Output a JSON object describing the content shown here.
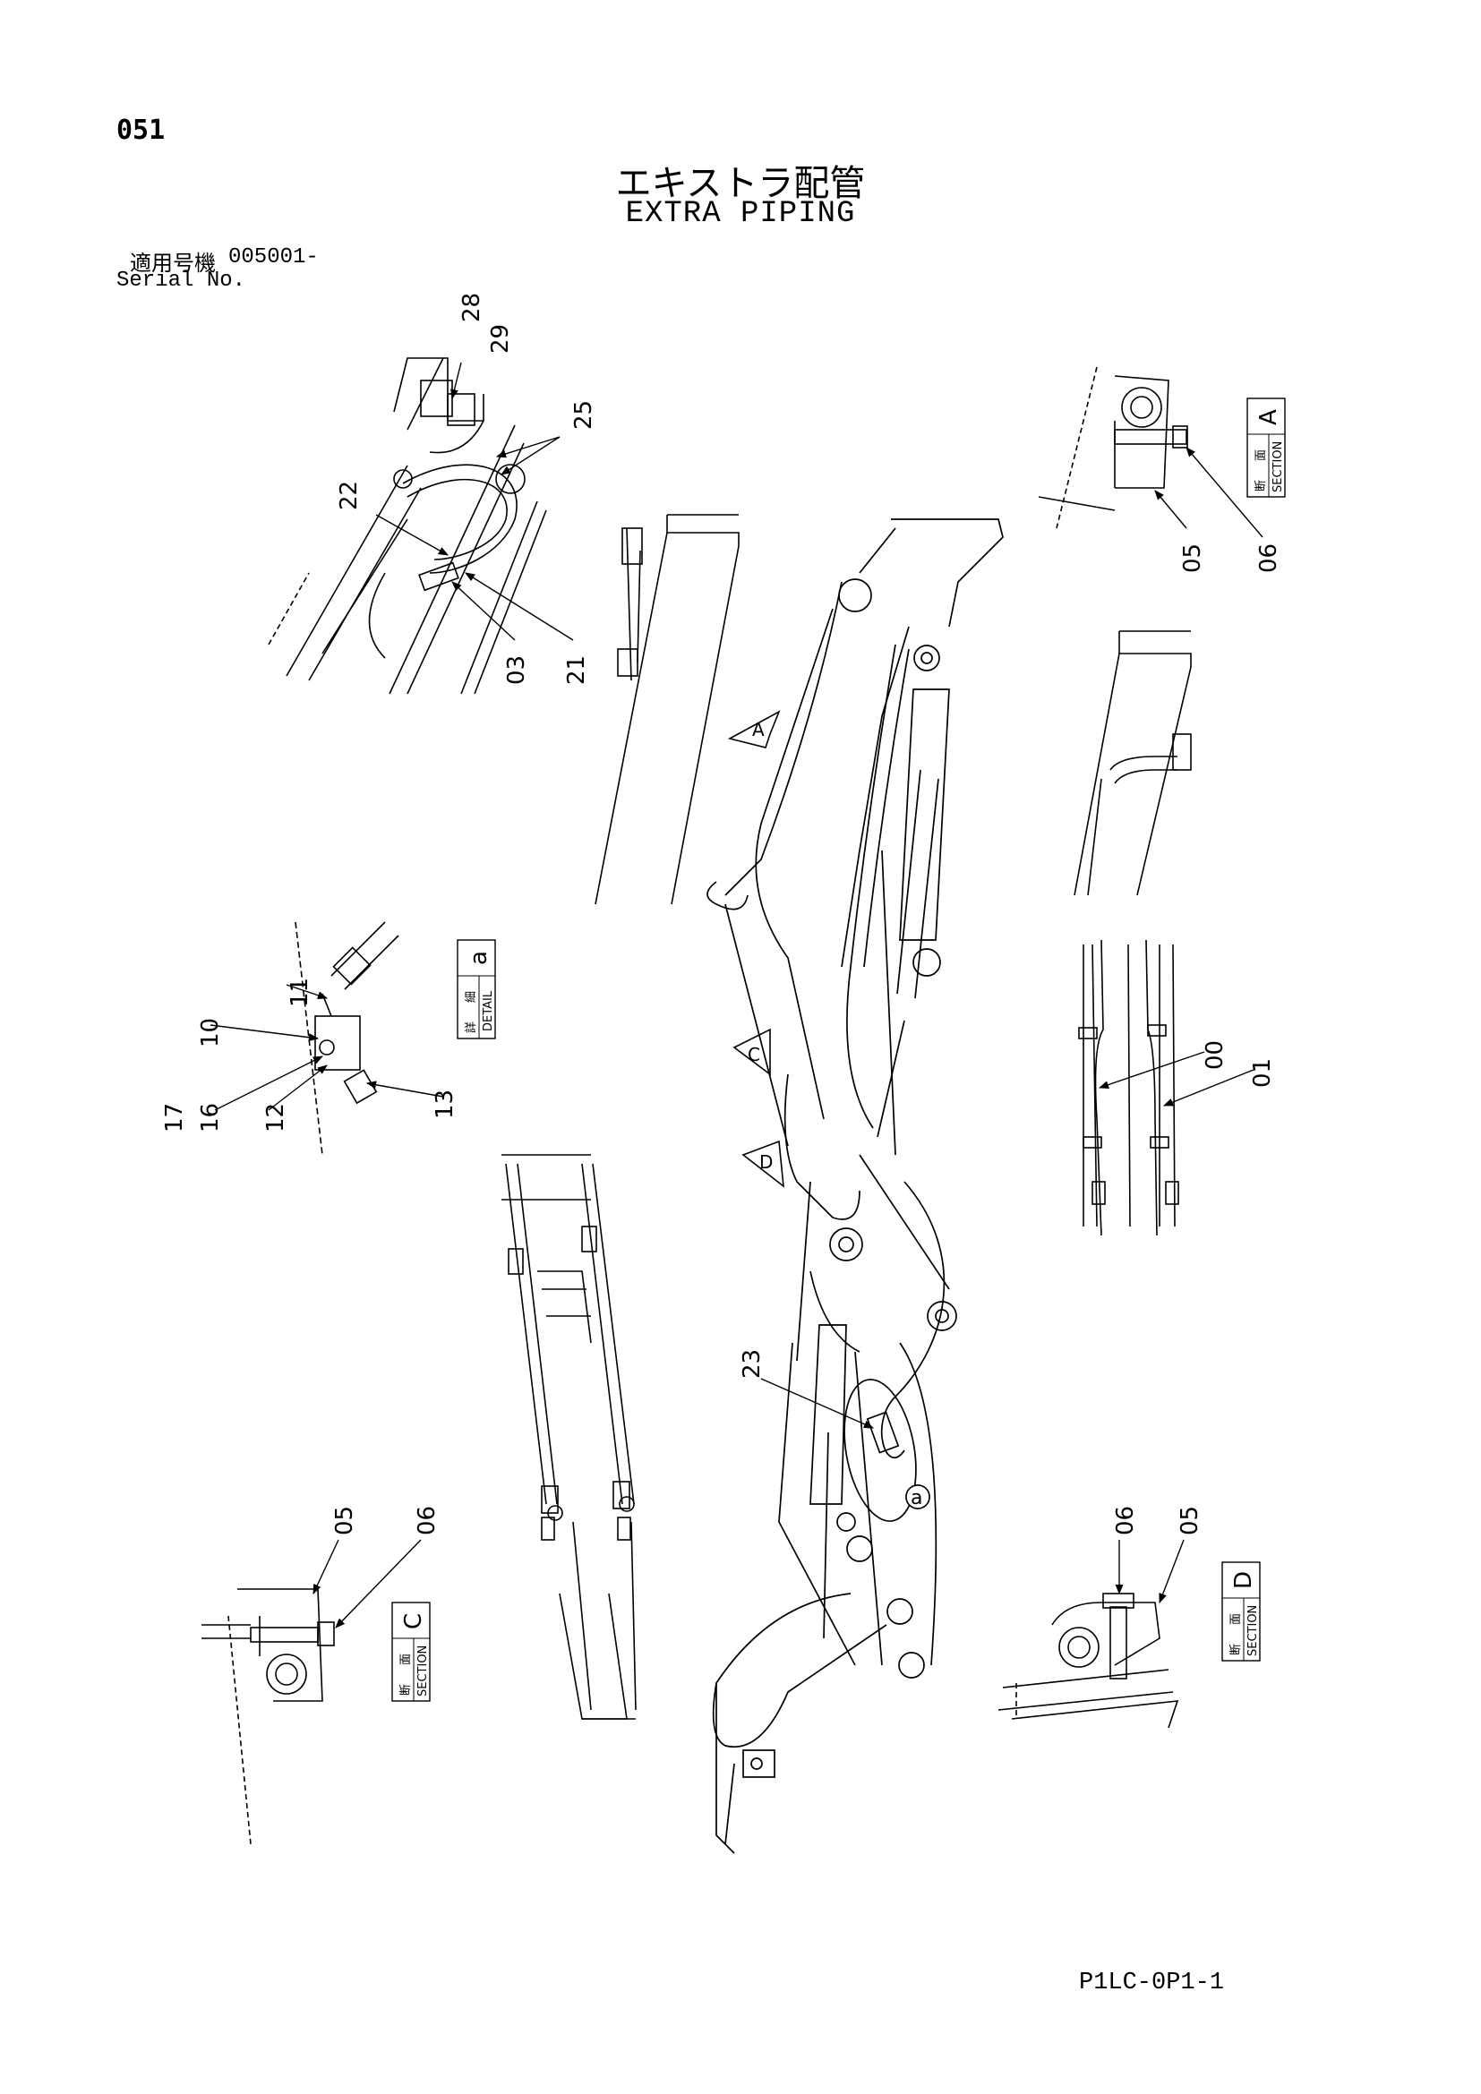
{
  "header": {
    "page_number": "051",
    "title_jp": "エキストラ配管",
    "title_en": "EXTRA PIPING",
    "serial_jp": "適用号機",
    "serial_value": "005001-",
    "serial_en": "Serial No."
  },
  "part_numbers": {
    "p28": "28",
    "p29": "29",
    "p25": "25",
    "p22": "22",
    "p03": "03",
    "p21": "21",
    "p05a": "05",
    "p06a": "06",
    "p11": "11",
    "p10": "10",
    "p17": "17",
    "p16": "16",
    "p12": "12",
    "p13": "13",
    "p00": "00",
    "p01": "01",
    "p23": "23",
    "p05c": "05",
    "p06c": "06",
    "p06d": "06",
    "p05d": "05"
  },
  "views": {
    "section_a": {
      "jp1": "断",
      "jp2": "面",
      "en": "SECTION",
      "letter": "A"
    },
    "detail_a": {
      "jp1": "詳",
      "jp2": "細",
      "en": "DETAIL",
      "letter": "a"
    },
    "section_c": {
      "jp1": "断",
      "jp2": "面",
      "en": "SECTION",
      "letter": "C"
    },
    "section_d": {
      "jp1": "断",
      "jp2": "面",
      "en": "SECTION",
      "letter": "D"
    }
  },
  "arrows": {
    "a": "A",
    "c": "C",
    "d": "D",
    "detail_circle": "a"
  },
  "footer": {
    "drawing_code": "P1LC-0P1-1"
  }
}
